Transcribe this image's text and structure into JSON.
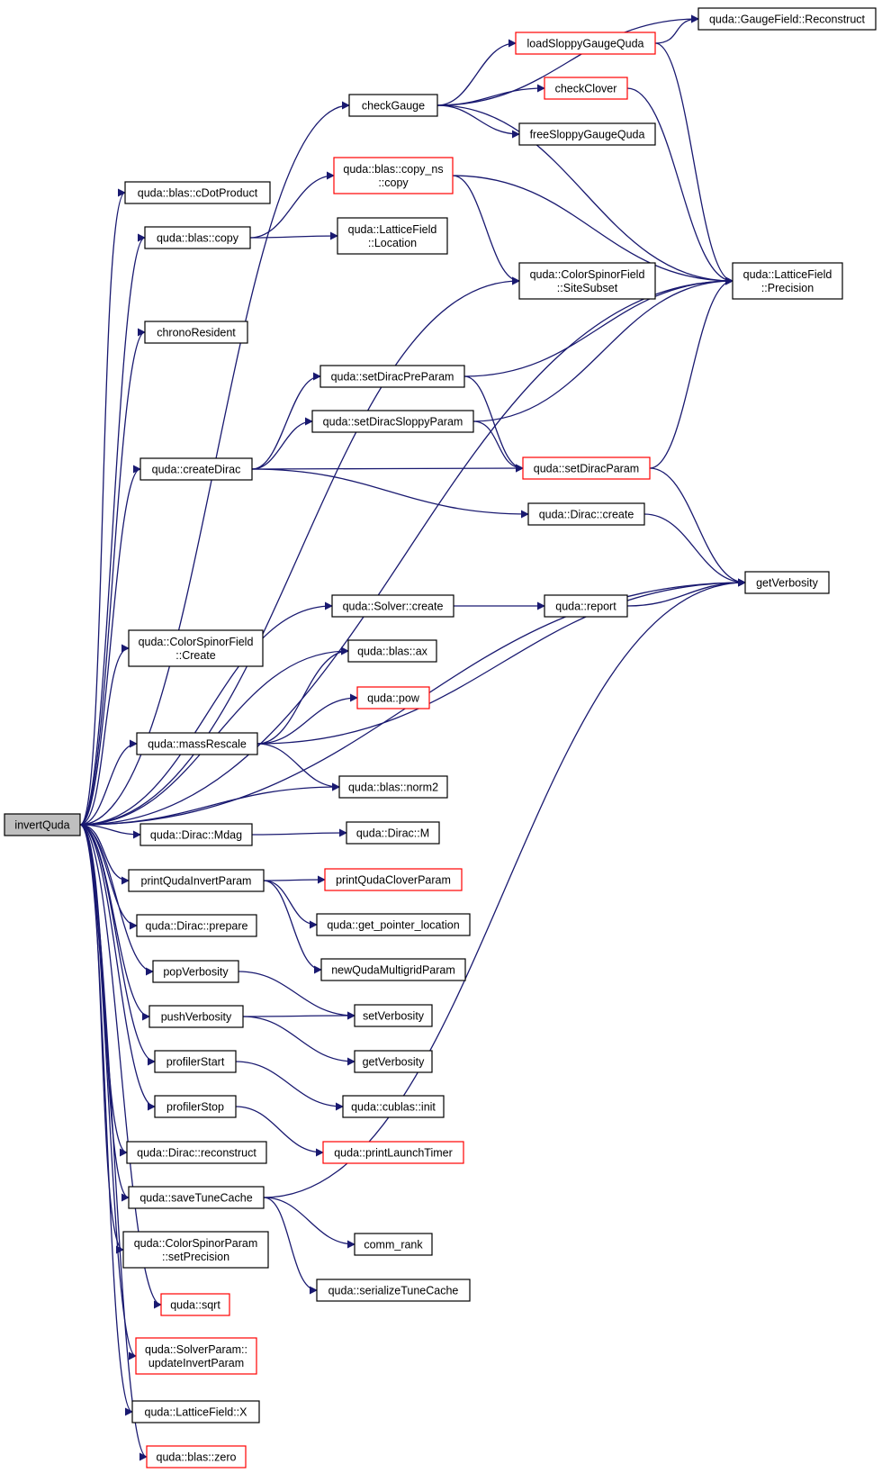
{
  "colors": {
    "edge": "#191970",
    "node_border_black": "#000000",
    "node_border_red": "#ff0000",
    "root_fill": "#bfbfbf",
    "background": "#ffffff"
  },
  "nodes": {
    "invertQuda": {
      "lines": [
        "invertQuda"
      ],
      "border": "black",
      "root": true
    },
    "checkGauge": {
      "lines": [
        "checkGauge"
      ],
      "border": "black"
    },
    "cDotProduct": {
      "lines": [
        "quda::blas::cDotProduct"
      ],
      "border": "black"
    },
    "blasCopy": {
      "lines": [
        "quda::blas::copy"
      ],
      "border": "black"
    },
    "chronoResident": {
      "lines": [
        "chronoResident"
      ],
      "border": "black"
    },
    "createDirac": {
      "lines": [
        "quda::createDirac"
      ],
      "border": "black"
    },
    "csfCreate": {
      "lines": [
        "quda::ColorSpinorField",
        "::Create"
      ],
      "border": "black"
    },
    "massRescale": {
      "lines": [
        "quda::massRescale"
      ],
      "border": "black"
    },
    "diracMdag": {
      "lines": [
        "quda::Dirac::Mdag"
      ],
      "border": "black"
    },
    "printQudaInvertParam": {
      "lines": [
        "printQudaInvertParam"
      ],
      "border": "black"
    },
    "diracPrepare": {
      "lines": [
        "quda::Dirac::prepare"
      ],
      "border": "black"
    },
    "popVerbosity": {
      "lines": [
        "popVerbosity"
      ],
      "border": "black"
    },
    "pushVerbosity": {
      "lines": [
        "pushVerbosity"
      ],
      "border": "black"
    },
    "profilerStart": {
      "lines": [
        "profilerStart"
      ],
      "border": "black"
    },
    "profilerStop": {
      "lines": [
        "profilerStop"
      ],
      "border": "black"
    },
    "diracReconstruct": {
      "lines": [
        "quda::Dirac::reconstruct"
      ],
      "border": "black"
    },
    "saveTuneCache": {
      "lines": [
        "quda::saveTuneCache"
      ],
      "border": "black"
    },
    "csParamSetPrecision": {
      "lines": [
        "quda::ColorSpinorParam",
        "::setPrecision"
      ],
      "border": "black"
    },
    "qudaSqrt": {
      "lines": [
        "quda::sqrt"
      ],
      "border": "red"
    },
    "updateInvertParam": {
      "lines": [
        "quda::SolverParam::",
        "updateInvertParam"
      ],
      "border": "red"
    },
    "latticeFieldX": {
      "lines": [
        "quda::LatticeField::X"
      ],
      "border": "black"
    },
    "blasZero": {
      "lines": [
        "quda::blas::zero"
      ],
      "border": "red"
    },
    "loadSloppyGaugeQuda": {
      "lines": [
        "loadSloppyGaugeQuda"
      ],
      "border": "red"
    },
    "checkClover": {
      "lines": [
        "checkClover"
      ],
      "border": "red"
    },
    "freeSloppyGaugeQuda": {
      "lines": [
        "freeSloppyGaugeQuda"
      ],
      "border": "black"
    },
    "blasCopyNs": {
      "lines": [
        "quda::blas::copy_ns",
        "::copy"
      ],
      "border": "red"
    },
    "lfLocation": {
      "lines": [
        "quda::LatticeField",
        "::Location"
      ],
      "border": "black"
    },
    "csfSiteSubset": {
      "lines": [
        "quda::ColorSpinorField",
        "::SiteSubset"
      ],
      "border": "black"
    },
    "setDiracPreParam": {
      "lines": [
        "quda::setDiracPreParam"
      ],
      "border": "black"
    },
    "setDiracSloppyParam": {
      "lines": [
        "quda::setDiracSloppyParam"
      ],
      "border": "black"
    },
    "solverCreate": {
      "lines": [
        "quda::Solver::create"
      ],
      "border": "black"
    },
    "blasAx": {
      "lines": [
        "quda::blas::ax"
      ],
      "border": "black"
    },
    "qudaPow": {
      "lines": [
        "quda::pow"
      ],
      "border": "red"
    },
    "blasNorm2": {
      "lines": [
        "quda::blas::norm2"
      ],
      "border": "black"
    },
    "diracM": {
      "lines": [
        "quda::Dirac::M"
      ],
      "border": "black"
    },
    "printQudaCloverParam": {
      "lines": [
        "printQudaCloverParam"
      ],
      "border": "red"
    },
    "getPointerLocation": {
      "lines": [
        "quda::get_pointer_location"
      ],
      "border": "black"
    },
    "newQudaMultigridParam": {
      "lines": [
        "newQudaMultigridParam"
      ],
      "border": "black"
    },
    "setVerbosity": {
      "lines": [
        "setVerbosity"
      ],
      "border": "black"
    },
    "getVerbosity2": {
      "lines": [
        "getVerbosity"
      ],
      "border": "black"
    },
    "cublasInit": {
      "lines": [
        "quda::cublas::init"
      ],
      "border": "black"
    },
    "printLaunchTimer": {
      "lines": [
        "quda::printLaunchTimer"
      ],
      "border": "red"
    },
    "commRank": {
      "lines": [
        "comm_rank"
      ],
      "border": "black"
    },
    "serializeTuneCache": {
      "lines": [
        "quda::serializeTuneCache"
      ],
      "border": "black"
    },
    "gfReconstruct": {
      "lines": [
        "quda::GaugeField::Reconstruct"
      ],
      "border": "black"
    },
    "setDiracParam": {
      "lines": [
        "quda::setDiracParam"
      ],
      "border": "red"
    },
    "diracCreate": {
      "lines": [
        "quda::Dirac::create"
      ],
      "border": "black"
    },
    "qudaReport": {
      "lines": [
        "quda::report"
      ],
      "border": "black"
    },
    "lfPrecision": {
      "lines": [
        "quda::LatticeField",
        "::Precision"
      ],
      "border": "black"
    },
    "getVerbosity": {
      "lines": [
        "getVerbosity"
      ],
      "border": "black"
    }
  },
  "edges": [
    [
      "invertQuda",
      "checkGauge"
    ],
    [
      "invertQuda",
      "cDotProduct"
    ],
    [
      "invertQuda",
      "blasCopy"
    ],
    [
      "invertQuda",
      "csfSiteSubset"
    ],
    [
      "invertQuda",
      "chronoResident"
    ],
    [
      "invertQuda",
      "lfPrecision"
    ],
    [
      "invertQuda",
      "createDirac"
    ],
    [
      "invertQuda",
      "getVerbosity"
    ],
    [
      "invertQuda",
      "solverCreate"
    ],
    [
      "invertQuda",
      "csfCreate"
    ],
    [
      "invertQuda",
      "blasAx"
    ],
    [
      "invertQuda",
      "massRescale"
    ],
    [
      "invertQuda",
      "blasNorm2"
    ],
    [
      "invertQuda",
      "diracMdag"
    ],
    [
      "invertQuda",
      "printQudaInvertParam"
    ],
    [
      "invertQuda",
      "diracPrepare"
    ],
    [
      "invertQuda",
      "popVerbosity"
    ],
    [
      "invertQuda",
      "pushVerbosity"
    ],
    [
      "invertQuda",
      "profilerStart"
    ],
    [
      "invertQuda",
      "profilerStop"
    ],
    [
      "invertQuda",
      "diracReconstruct"
    ],
    [
      "invertQuda",
      "saveTuneCache"
    ],
    [
      "invertQuda",
      "csParamSetPrecision"
    ],
    [
      "invertQuda",
      "qudaSqrt"
    ],
    [
      "invertQuda",
      "updateInvertParam"
    ],
    [
      "invertQuda",
      "latticeFieldX"
    ],
    [
      "invertQuda",
      "blasZero"
    ],
    [
      "checkGauge",
      "gfReconstruct"
    ],
    [
      "checkGauge",
      "loadSloppyGaugeQuda"
    ],
    [
      "checkGauge",
      "checkClover"
    ],
    [
      "checkGauge",
      "freeSloppyGaugeQuda"
    ],
    [
      "checkGauge",
      "lfPrecision"
    ],
    [
      "loadSloppyGaugeQuda",
      "gfReconstruct"
    ],
    [
      "loadSloppyGaugeQuda",
      "lfPrecision"
    ],
    [
      "checkClover",
      "lfPrecision"
    ],
    [
      "blasCopy",
      "blasCopyNs"
    ],
    [
      "blasCopy",
      "lfLocation"
    ],
    [
      "blasCopyNs",
      "csfSiteSubset"
    ],
    [
      "blasCopyNs",
      "lfPrecision"
    ],
    [
      "createDirac",
      "setDiracPreParam"
    ],
    [
      "createDirac",
      "setDiracSloppyParam"
    ],
    [
      "createDirac",
      "setDiracParam"
    ],
    [
      "createDirac",
      "diracCreate"
    ],
    [
      "setDiracPreParam",
      "lfPrecision"
    ],
    [
      "setDiracPreParam",
      "setDiracParam"
    ],
    [
      "setDiracSloppyParam",
      "lfPrecision"
    ],
    [
      "setDiracSloppyParam",
      "setDiracParam"
    ],
    [
      "setDiracParam",
      "lfPrecision"
    ],
    [
      "setDiracParam",
      "getVerbosity"
    ],
    [
      "diracCreate",
      "getVerbosity"
    ],
    [
      "solverCreate",
      "qudaReport"
    ],
    [
      "qudaReport",
      "getVerbosity"
    ],
    [
      "massRescale",
      "blasAx"
    ],
    [
      "massRescale",
      "qudaPow"
    ],
    [
      "massRescale",
      "getVerbosity"
    ],
    [
      "massRescale",
      "blasNorm2"
    ],
    [
      "diracMdag",
      "diracM"
    ],
    [
      "printQudaInvertParam",
      "printQudaCloverParam"
    ],
    [
      "printQudaInvertParam",
      "getPointerLocation"
    ],
    [
      "printQudaInvertParam",
      "newQudaMultigridParam"
    ],
    [
      "popVerbosity",
      "setVerbosity"
    ],
    [
      "pushVerbosity",
      "setVerbosity"
    ],
    [
      "pushVerbosity",
      "getVerbosity2"
    ],
    [
      "profilerStart",
      "cublasInit"
    ],
    [
      "profilerStop",
      "printLaunchTimer"
    ],
    [
      "saveTuneCache",
      "getVerbosity"
    ],
    [
      "saveTuneCache",
      "commRank"
    ],
    [
      "saveTuneCache",
      "serializeTuneCache"
    ]
  ]
}
